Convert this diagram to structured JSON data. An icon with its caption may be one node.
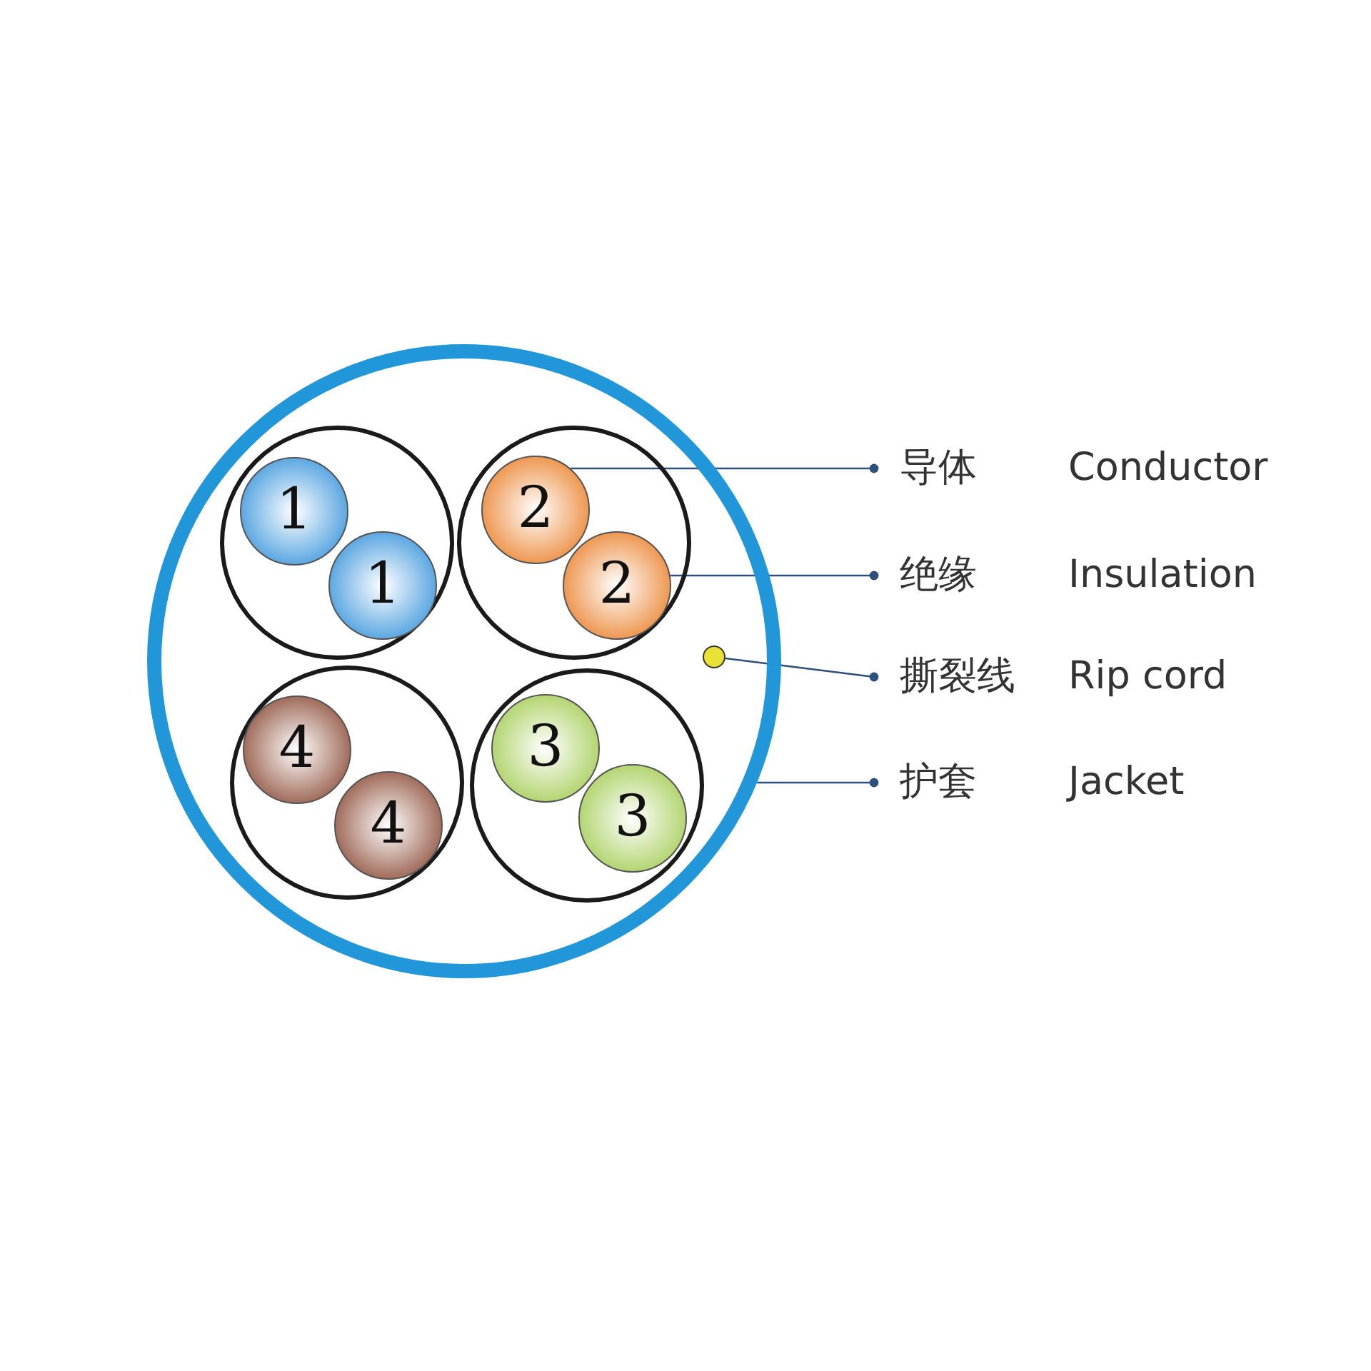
{
  "diagram": {
    "nodes": [
      {
        "text": [],
        "shape": "circle"
      },
      {
        "text": [],
        "shape": "circle",
        "in": 0
      },
      {
        "text": [
          "1"
        ],
        "in": 1
      },
      {
        "text": [
          "1"
        ],
        "in": 1
      },
      {
        "text": [],
        "shape": "circle",
        "in": 0
      },
      {
        "text": [
          "2"
        ],
        "in": 4
      },
      {
        "text": [
          "2"
        ],
        "in": 4
      },
      {
        "text": [],
        "shape": "circle",
        "in": 0
      },
      {
        "text": [
          "4"
        ],
        "in": 7
      },
      {
        "text": [
          "4"
        ],
        "in": 7
      },
      {
        "text": [],
        "shape": "circle",
        "in": 0
      },
      {
        "text": [
          "3"
        ],
        "in": 10
      },
      {
        "text": [
          "3"
        ],
        "in": 10
      },
      {
        "text": [],
        "shape": "circle",
        "in": 0
      },
      {
        "text": [
          "导体",
          "Conductor"
        ]
      },
      {
        "text": [
          "绝缘",
          "Insulation"
        ]
      },
      {
        "text": [
          "撕裂线",
          "Rip cord"
        ]
      },
      {
        "text": [
          "护套",
          "Jacket"
        ]
      }
    ],
    "edges": [
      {
        "from": 14,
        "to": 5,
        "arrow": "other"
      },
      {
        "from": 15,
        "to": 6,
        "arrow": "other"
      },
      {
        "from": 16,
        "to": 13,
        "arrow": "other"
      },
      {
        "from": 17,
        "to": 0,
        "arrow": "other"
      }
    ]
  }
}
